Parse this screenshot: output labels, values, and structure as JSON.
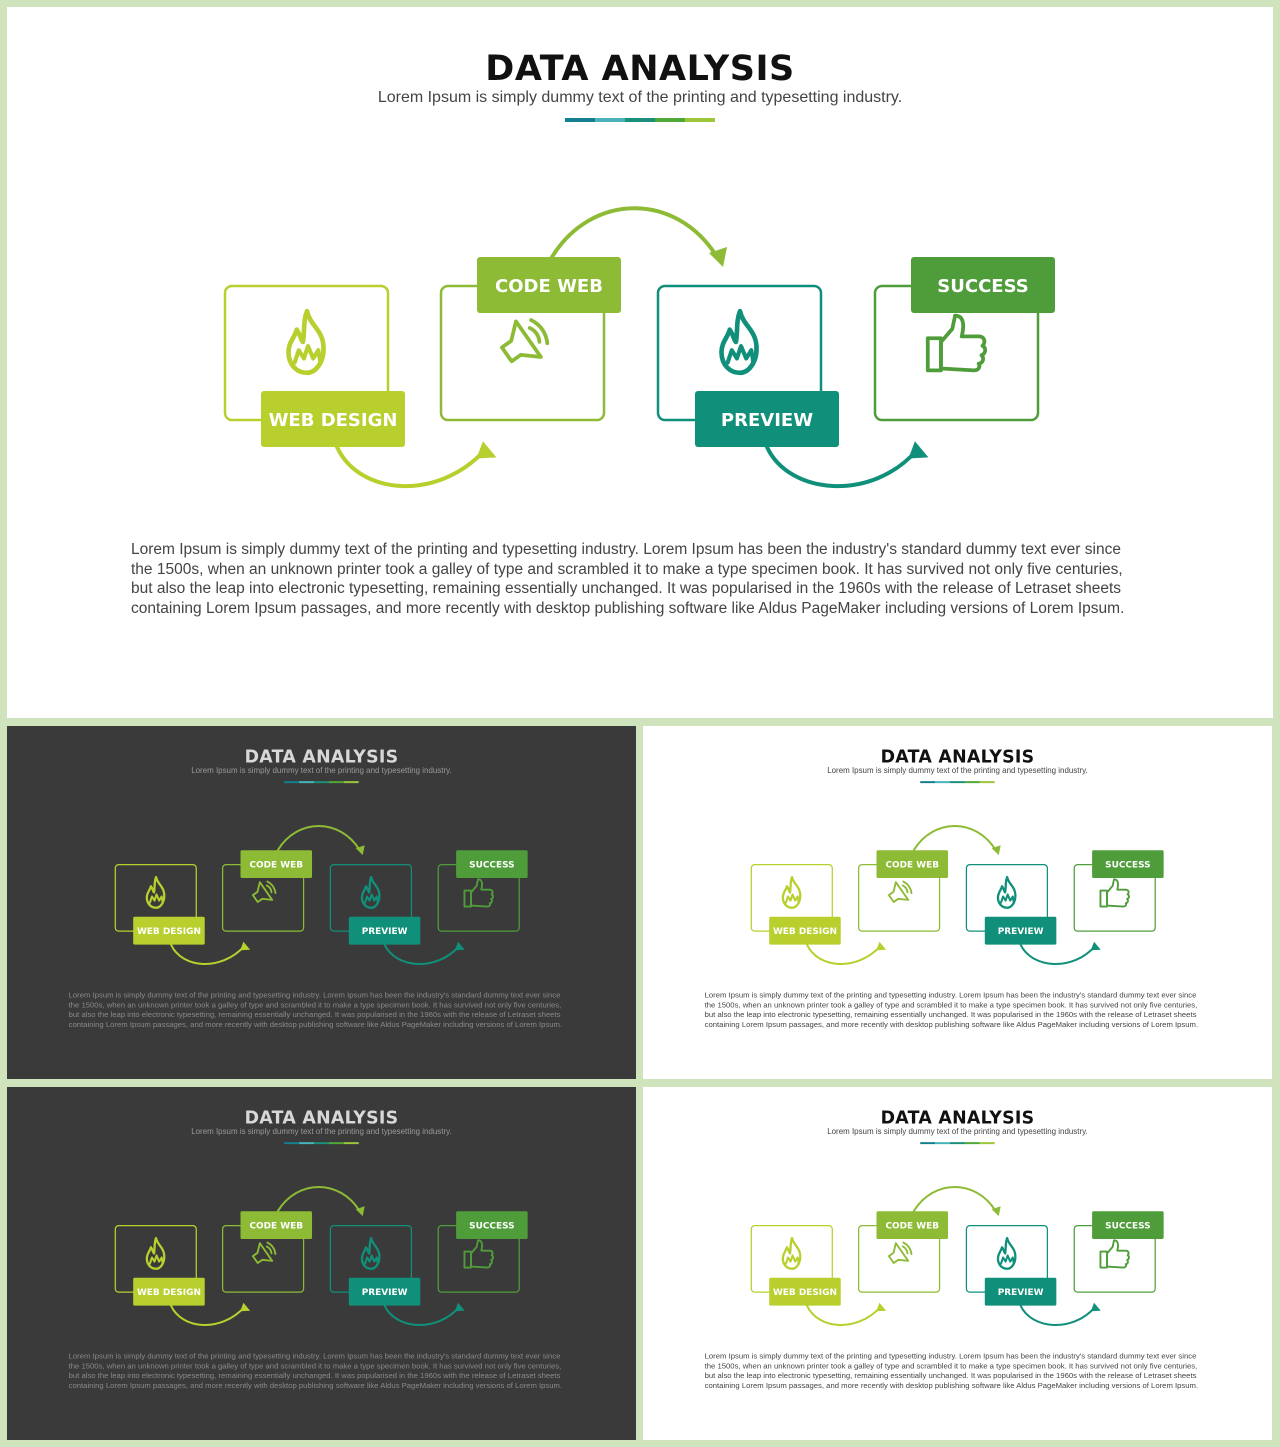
{
  "title": "DATA ANALYSIS",
  "subtitle": "Lorem Ipsum is simply dummy text of the printing and typesetting industry.",
  "body": "Lorem Ipsum is simply dummy text of the printing and typesetting industry. Lorem Ipsum has been the industry's standard dummy text ever since the 1500s, when an unknown printer took a galley of type and scrambled it to make a type specimen book. It has survived not only five centuries, but also the leap into electronic typesetting, remaining essentially unchanged. It was popularised in the 1960s with the release of Letraset sheets containing Lorem Ipsum passages, and more recently with desktop publishing software like Aldus PageMaker including versions of Lorem Ipsum.",
  "accent_colors": [
    "#137f91",
    "#4ab2b8",
    "#1a8f7a",
    "#4fa838",
    "#9ec63c"
  ],
  "steps": [
    {
      "label": "WEB DESIGN",
      "icon": "flame-icon",
      "color": "#b9cf2e"
    },
    {
      "label": "CODE WEB",
      "icon": "speaker-icon",
      "color": "#8dbb35"
    },
    {
      "label": "PREVIEW",
      "icon": "flame-icon",
      "color": "#10907a"
    },
    {
      "label": "SUCCESS",
      "icon": "thumbs-up-icon",
      "color": "#4f9d3a"
    }
  ],
  "slides": [
    {
      "variant": "light",
      "size": "large"
    },
    {
      "variant": "dark",
      "size": "thumbnail"
    },
    {
      "variant": "light",
      "size": "thumbnail"
    },
    {
      "variant": "dark",
      "size": "thumbnail"
    },
    {
      "variant": "light",
      "size": "thumbnail"
    }
  ]
}
